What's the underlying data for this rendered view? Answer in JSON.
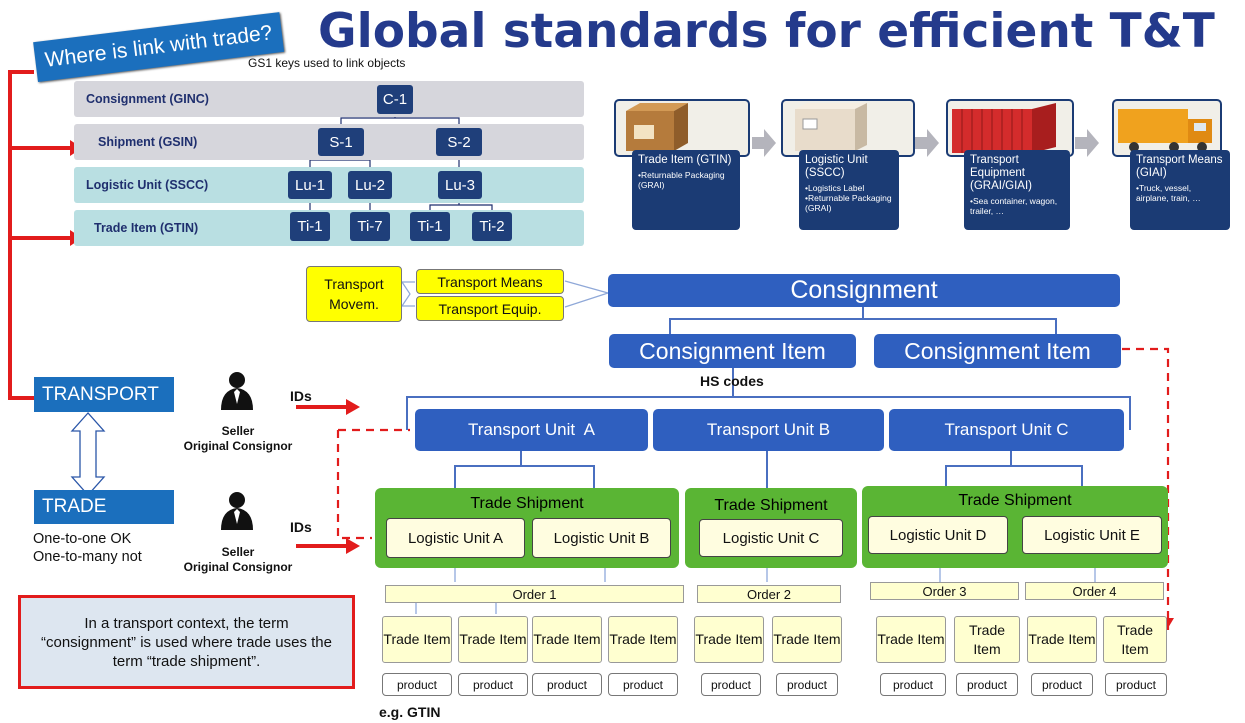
{
  "title": "Global standards for efficient T&T",
  "banner": "Where is link with trade?",
  "gs1_keys_caption": "GS1 keys used to link objects",
  "hierarchy": {
    "rows": [
      "Consignment (GINC)",
      "Shipment (GSIN)",
      "Logistic Unit (SSCC)",
      "Trade Item (GTIN)"
    ],
    "consignment": "C-1",
    "shipments": [
      "S-1",
      "S-2"
    ],
    "logistic_units": [
      "Lu-1",
      "Lu-2",
      "Lu-3"
    ],
    "trade_items": [
      "Ti-1",
      "Ti-7",
      "Ti-1",
      "Ti-2"
    ]
  },
  "object_cards": [
    {
      "title": "Trade Item (GTIN)",
      "sub": "•Returnable Packaging (GRAI)"
    },
    {
      "title": "Logistic Unit (SSCC)",
      "sub": "•Logistics Label •Returnable Packaging (GRAI)"
    },
    {
      "title": "Transport Equipment (GRAI/GIAI)",
      "sub": "•Sea container, wagon, trailer, …"
    },
    {
      "title": "Transport Means (GIAI)",
      "sub": "•Truck, vessel, airplane, train, …"
    }
  ],
  "transport_movem": "Transport Movem.",
  "transport_means": "Transport Means",
  "transport_equip": "Transport Equip.",
  "consignment": "Consignment",
  "consignment_items": [
    "Consignment Item",
    "Consignment Item"
  ],
  "hs_codes": "HS codes",
  "transport_units": [
    "Transport Unit  A",
    "Transport Unit B",
    "Transport Unit C"
  ],
  "trade_shipment": "Trade Shipment",
  "logistic_units": [
    "Logistic Unit A",
    "Logistic Unit B",
    "Logistic Unit C",
    "Logistic Unit D",
    "Logistic Unit E"
  ],
  "orders": [
    "Order 1",
    "Order 2",
    "Order 3",
    "Order 4"
  ],
  "trade_item": "Trade Item",
  "product": "product",
  "eg_gtin": "e.g. GTIN",
  "transport_label": "TRANSPORT",
  "trade_label": "TRADE",
  "trade_notes": [
    "One-to-one OK",
    "One-to-many not"
  ],
  "ids": "IDs",
  "seller": "Seller",
  "original_consignor": "Original Consignor",
  "note": "In a transport context, the term “consignment” is used where trade uses the term “trade shipment”.",
  "colors": {
    "title": "#243a8c",
    "banner": "#1b6fbd",
    "box_blue": "#2f5fbf",
    "green": "#5ab534",
    "arrow_red": "#e21c1c",
    "yellow": "#ffff00"
  }
}
